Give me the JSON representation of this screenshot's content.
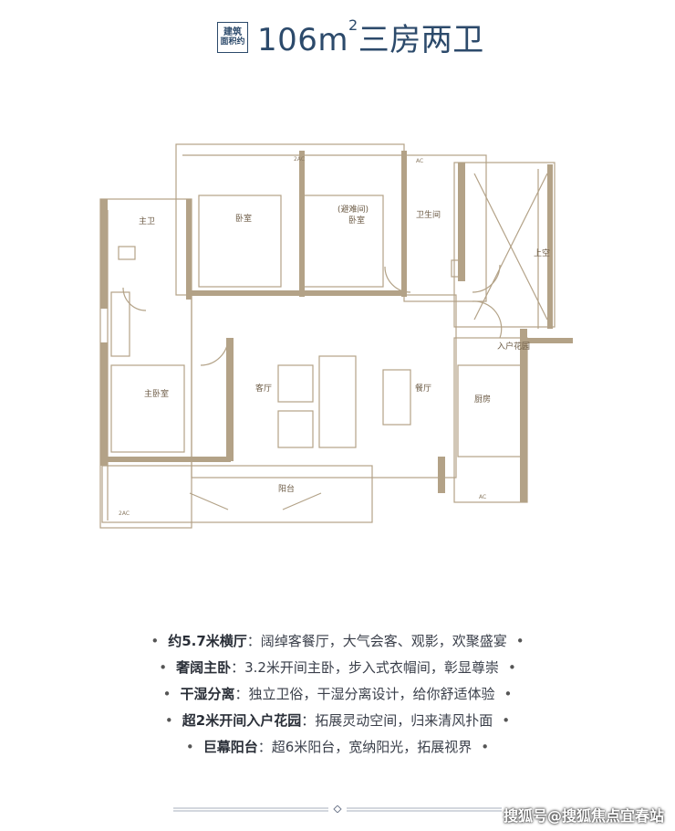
{
  "header": {
    "area_badge_line1": "建筑",
    "area_badge_line2": "面积约",
    "title_number": "106m",
    "title_sup": "2",
    "title_text": "三房两卫"
  },
  "floorplan": {
    "rooms": {
      "master_bath": "主卫",
      "bedroom": "卧室",
      "shelter_room_line1": "(避难间)",
      "shelter_room_line2": "卧室",
      "bathroom": "卫生间",
      "void": "上空",
      "entrance_garden": "入户花园",
      "master_bedroom": "主卧室",
      "living_room": "客厅",
      "dining_room": "餐厅",
      "kitchen": "厨房",
      "balcony": "阳台"
    },
    "ac_labels": [
      "2AC",
      "AC",
      "AC",
      "2AC"
    ]
  },
  "features": [
    {
      "title": "约5.7米横厅",
      "text": "：阔绰客餐厅，大气会客、观影，欢聚盛宴"
    },
    {
      "title": "奢阔主卧",
      "text": "：3.2米开间主卧，步入式衣帽间，彰显尊崇"
    },
    {
      "title": "干湿分离",
      "text": "：独立卫俗，干湿分离设计，给你舒适体验"
    },
    {
      "title": "超2米开间入户花园",
      "text": "：拓展灵动空间，归来清风扑面"
    },
    {
      "title": "巨幕阳台",
      "text": "：超6米阳台，宽纳阳光，拓展视界"
    }
  ],
  "bullet": "•",
  "watermark": "搜狐号@搜狐焦点宜春站",
  "colors": {
    "wall": "#b3a287",
    "title": "#2c4a6b",
    "text": "#3a3f4a"
  }
}
